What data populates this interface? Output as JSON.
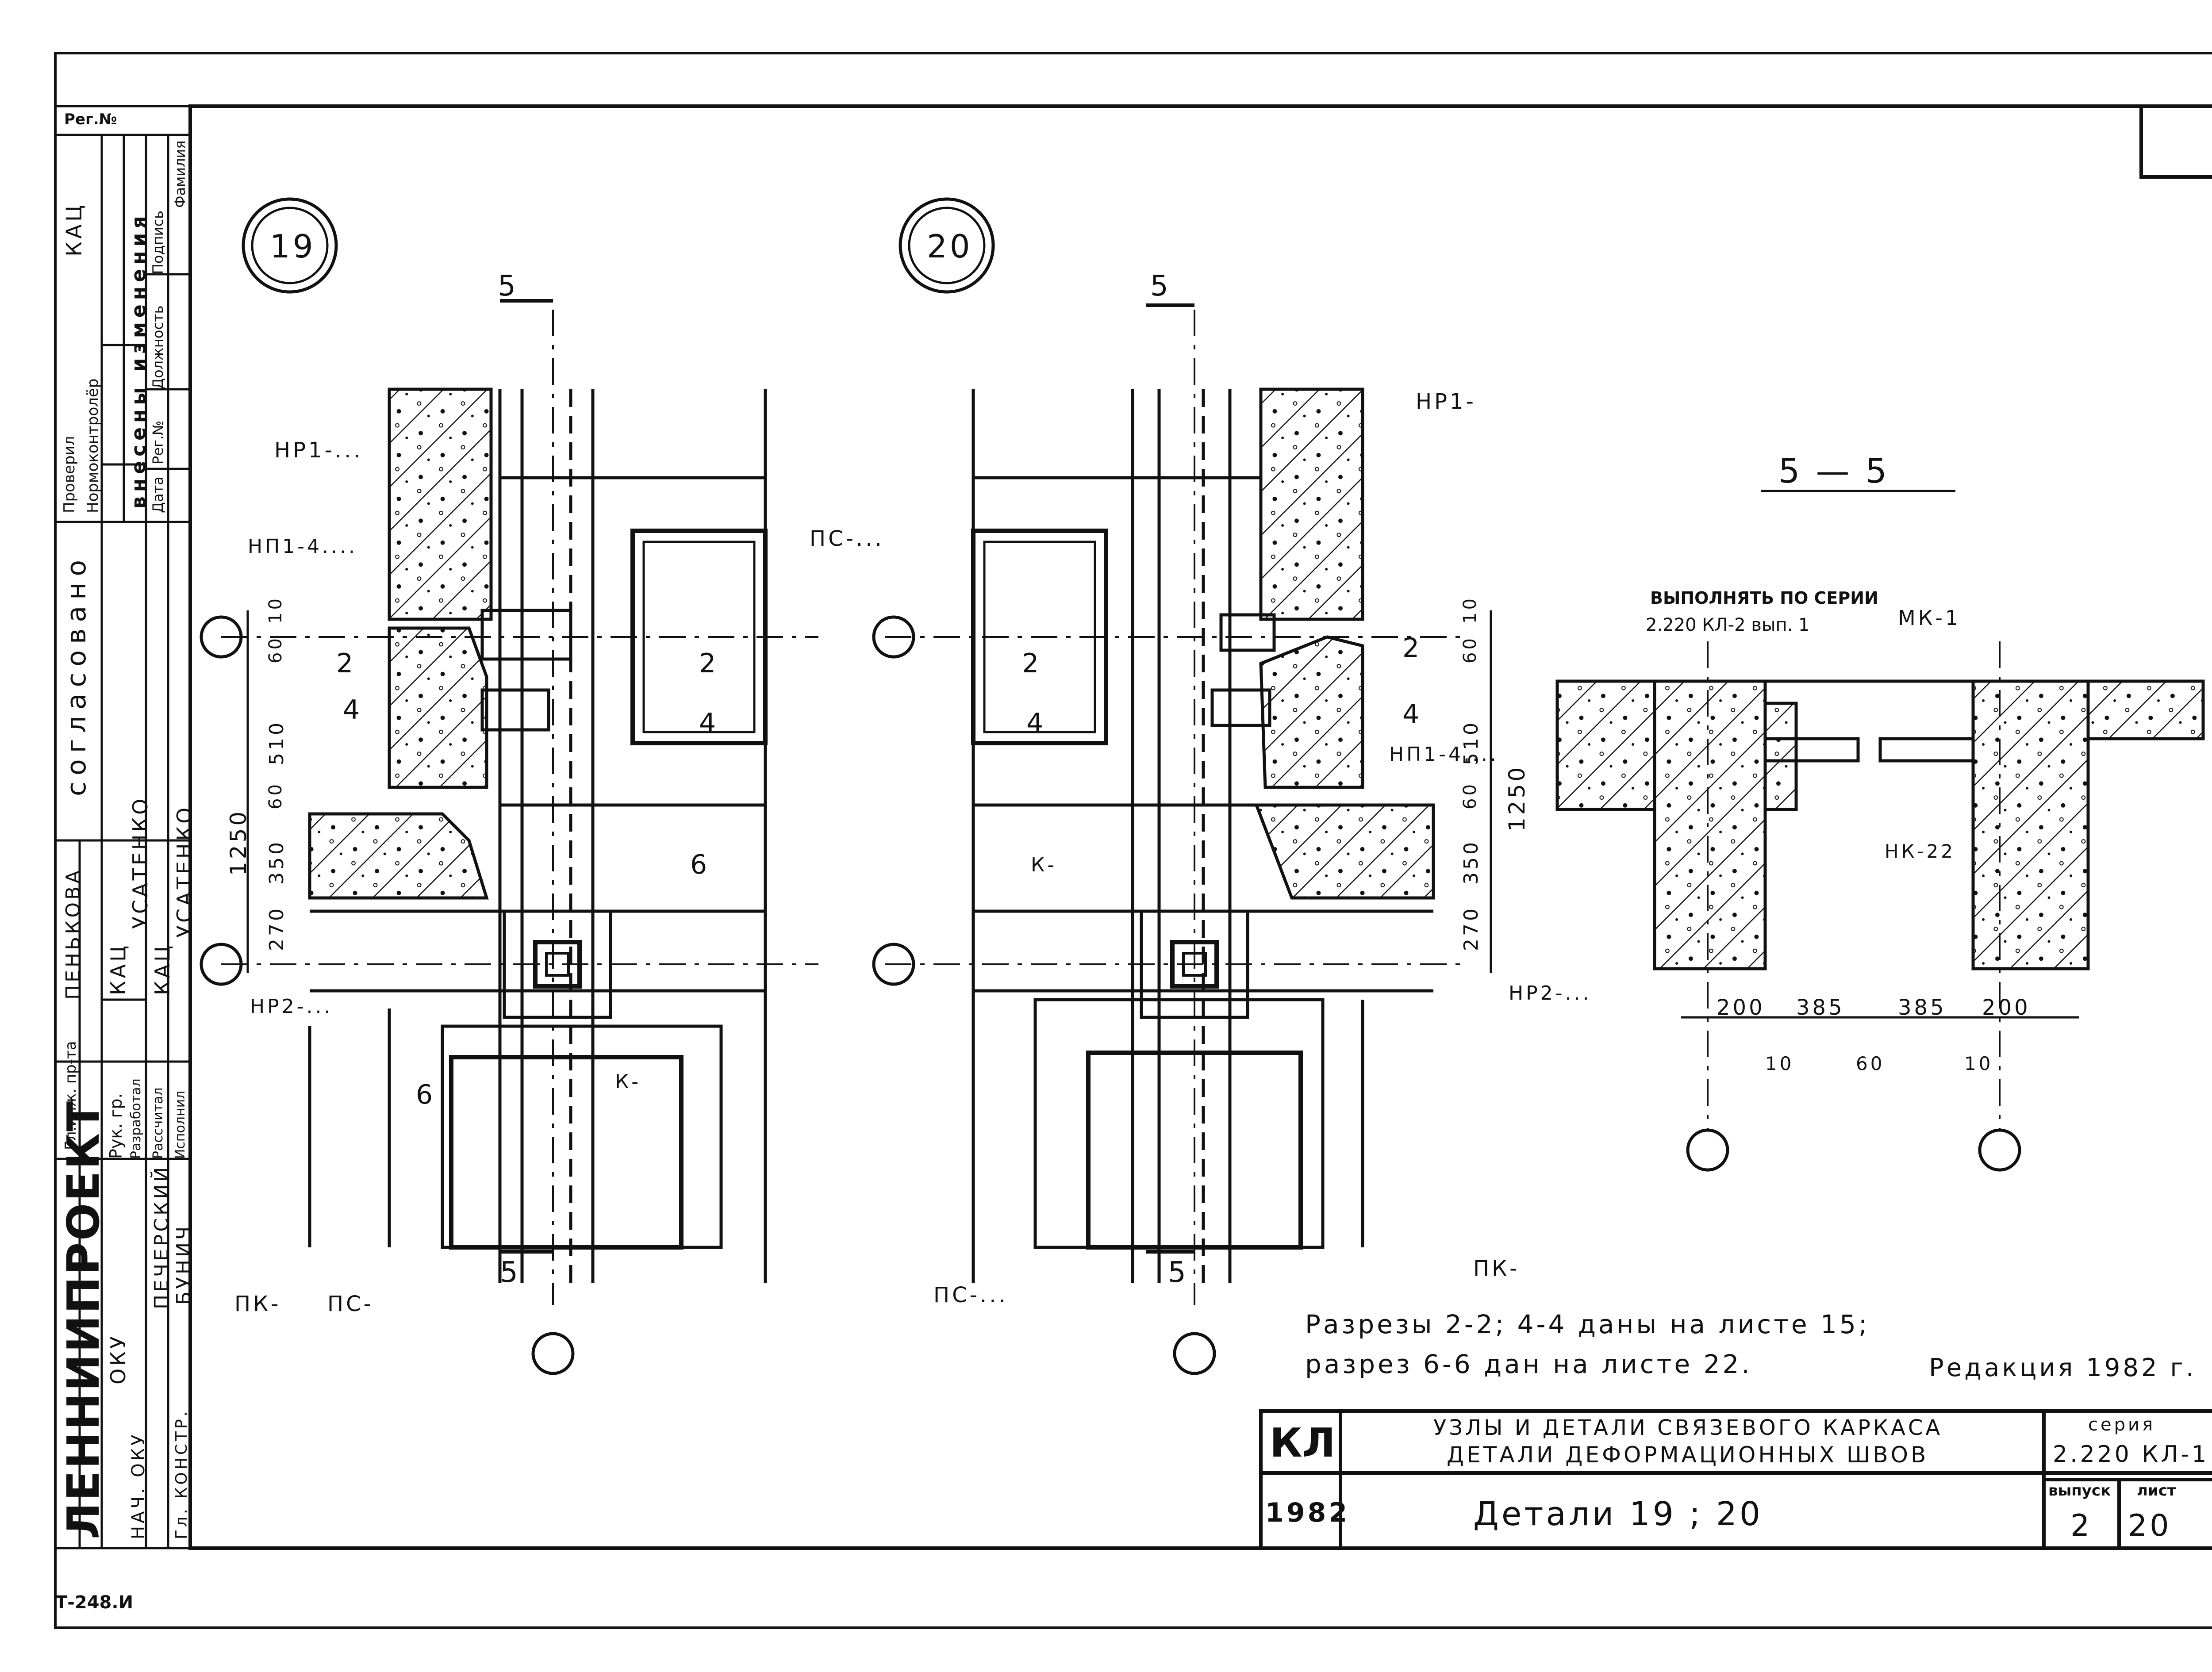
{
  "sidebar": {
    "reg_no_label": "Рег.№",
    "org_name": "ЛЕННИИПРОЕКТ",
    "agreed_label": "согласовано",
    "changes_header": "внесены изменения",
    "changes_cols": [
      "Дата",
      "Рег.№",
      "Должность",
      "Подпись",
      "Фамилия"
    ],
    "checked_label": "Проверил",
    "normcontrol_label": "Нормоконтролёр",
    "checked_name": "КАЦ",
    "roles": [
      {
        "role": "Гл.инж. пр-та",
        "name": "ПЕНЬКОВА"
      },
      {
        "role": "Рук. гр.",
        "name": "КАЦ"
      },
      {
        "role": "Разработал",
        "name": "УСАТЕНКО"
      },
      {
        "role": "Рассчитал",
        "name": "КАЦ"
      },
      {
        "role": "Исполнил",
        "name": "УСАТЕНКО"
      }
    ],
    "dept": "ОКУ",
    "dept_head": "НАЧ. ОКУ",
    "head_name": "ПЕЧЕРСКИЙ",
    "chief_constructor": "Гл. КОНСТР.",
    "chief_name": "БУНИЧ"
  },
  "details": [
    {
      "number": "19"
    },
    {
      "number": "20"
    }
  ],
  "labels": {
    "hp1_a": "НР1-...",
    "hp1_b": "НР1-",
    "np1_a": "НП1-4....",
    "np1_b": "НП1-4....",
    "ps_a": "ПС-...",
    "ps_b": "ПС-",
    "ps_c": "ПС-...",
    "pk_a": "ПК-",
    "pk_b": "ПК-",
    "hp2_a": "НР2-...",
    "hp2_b": "НР2-...",
    "k_a": "К-",
    "k_b": "К-",
    "sec_5_top_a": "5",
    "sec_5_top_b": "5",
    "sec_5_bot_a": "5",
    "sec_5_bot_b": "5",
    "cut_2": "2",
    "cut_4": "4",
    "cut_6": "6",
    "dim_10": "10",
    "dim_60": "60",
    "dim_510": "510",
    "dim_350": "350",
    "dim_270": "270",
    "dim_1250": "1250"
  },
  "section_55": {
    "title": "5 — 5",
    "note_line1": "ВЫПОЛНЯТЬ ПО СЕРИИ",
    "note_line2": "2.220 КЛ-2 вып. 1",
    "mk": "МК-1",
    "nk": "НК-22",
    "dims": [
      "200",
      "385",
      "385",
      "200"
    ],
    "subdims": [
      "10",
      "60",
      "10"
    ]
  },
  "notes": {
    "line1": "Разрезы 2-2; 4-4 даны на листе 15;",
    "line2": "разрез 6-6 дан на листе 22.",
    "edition": "Редакция 1982 г."
  },
  "title_block": {
    "code": "КЛ",
    "year": "1982",
    "title_line1": "УЗЛЫ И ДЕТАЛИ СВЯЗЕВОГО КАРКАСА",
    "title_line2": "ДЕТАЛИ ДЕФОРМАЦИОННЫХ ШВОВ",
    "sheet_title": "Детали 19 ; 20",
    "series_label": "серия",
    "series_value": "2.220 КЛ-1",
    "issue_label": "выпуск",
    "issue_value": "2",
    "sheet_label": "лист",
    "sheet_value": "20"
  },
  "stamp": "Т-248.И"
}
